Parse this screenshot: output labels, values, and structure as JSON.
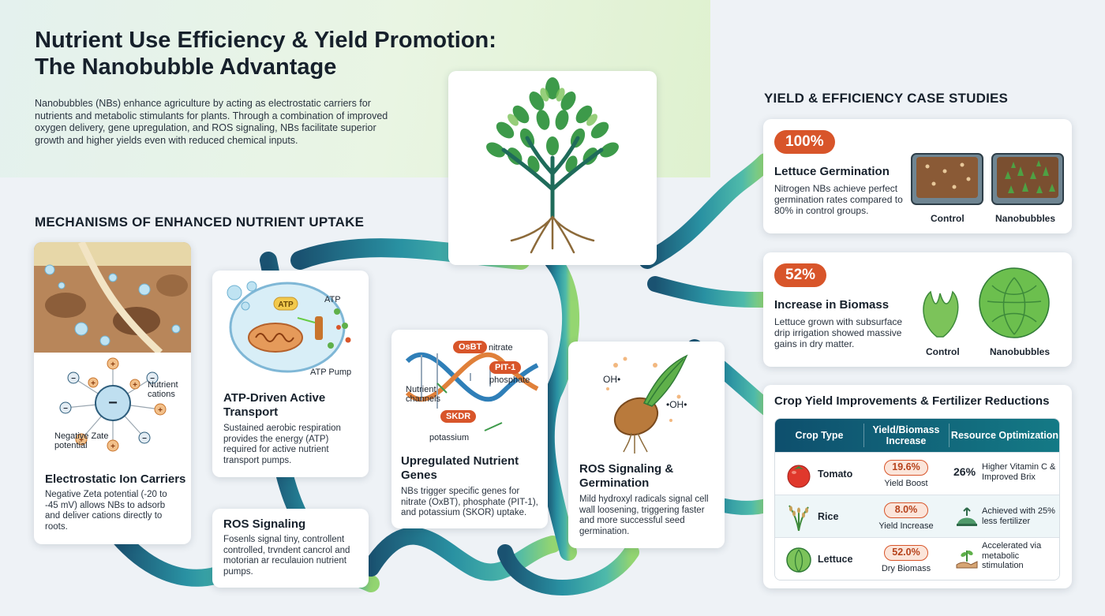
{
  "header": {
    "title_line1": "Nutrient Use Efficiency & Yield Promotion:",
    "title_line2": "The Nanobubble Advantage",
    "intro": "Nanobubbles (NBs) enhance agriculture by acting as electrostatic carriers for nutrients and metabolic stimulants for plants. Through a combination of improved oxygen delivery, gene upregulation, and ROS signaling, NBs facilitate superior growth and higher yields even with reduced chemical inputs."
  },
  "mechanisms": {
    "heading": "MECHANISMS OF ENHANCED NUTRIENT UPTAKE",
    "electrostatic": {
      "title": "Electrostatic Ion Carriers",
      "text": "Negative Zeta potential (-20 to -45 mV) allows NBs to adsorb and deliver cations directly to roots.",
      "label_cations": "Nutrient cations",
      "label_potential": "Negative Zate potential"
    },
    "atp": {
      "title": "ATP-Driven Active Transport",
      "text": "Sustained aerobic respiration provides the energy (ATP) required for active nutrient transport pumps.",
      "label_atp": "ATP",
      "label_atp_badge": "ATP",
      "label_pump": "ATP Pump"
    },
    "ros_small": {
      "title": "ROS Signaling",
      "text": "Fosenls signal tiny, controllent controlled, trvndent cancrol and motorian ar reculauion nutrient pumps."
    },
    "genes": {
      "title": "Upregulated Nutrient Genes",
      "text": "NBs trigger specific genes for nitrate (OxBT), phosphate (PIT-1), and potassium (SKOR) uptake.",
      "tag1": "OsBT",
      "label1": "nitrate",
      "tag2": "PIT-1",
      "label2": "phosphate",
      "tag3": "SKDR",
      "label3": "potassium",
      "label_channels": "Nutrient channels"
    },
    "ros_germ": {
      "title": "ROS Signaling & Germination",
      "text": "Mild hydroxyl radicals signal cell wall loosening, triggering faster and more successful seed germination.",
      "oh1": "OH•",
      "oh2": "•OH•"
    }
  },
  "cases": {
    "heading": "YIELD & EFFICIENCY CASE STUDIES",
    "germination": {
      "badge": "100%",
      "title": "Lettuce Germination",
      "text": "Nitrogen NBs achieve perfect germination rates compared to 80% in control groups.",
      "label_control": "Control",
      "label_nb": "Nanobubbles"
    },
    "biomass": {
      "badge": "52%",
      "title": "Increase in Biomass",
      "text": "Lettuce grown with subsurface drip irrigation showed massive gains in dry matter.",
      "label_control": "Control",
      "label_nb": "Nanobubbles"
    }
  },
  "table": {
    "title": "Crop Yield Improvements & Fertilizer Reductions",
    "headers": [
      "Crop Type",
      "Yield/Biomass Increase",
      "Resource Optimization"
    ],
    "rows": [
      {
        "crop": "Tomato",
        "value": "19.6%",
        "sub": "Yield Boost",
        "opt_prefix": "26%",
        "opt": "Higher Vitamin C & Improved Brix"
      },
      {
        "crop": "Rice",
        "value": "8.0%",
        "sub": "Yield Increase",
        "opt_prefix": "",
        "opt": "Achieved with 25% less fertilizer"
      },
      {
        "crop": "Lettuce",
        "value": "52.0%",
        "sub": "Dry Biomass",
        "opt_prefix": "",
        "opt": "Accelerated via metabolic stimulation"
      }
    ]
  },
  "colors": {
    "accent_orange": "#d8552a",
    "teal_dark": "#0e4f6d",
    "teal": "#147a86",
    "green": "#6cc04a"
  }
}
